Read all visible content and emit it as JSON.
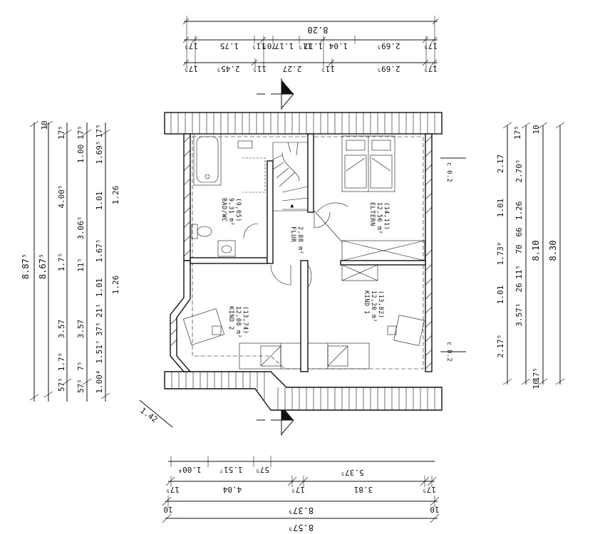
{
  "floor_plan": {
    "rooms": {
      "bath": {
        "name": "BAD/WC",
        "area": "9,31 m²",
        "gross": "(9,05)"
      },
      "hall": {
        "name": "FLUR",
        "area": "2,88 m²"
      },
      "parents": {
        "name": "ELTERN",
        "area": "12,56 m²",
        "gross": "(14,11)"
      },
      "child2": {
        "name": "KIND 2",
        "area": "12,08 m²",
        "gross": "(13,74)"
      },
      "child1": {
        "name": "KIND 1",
        "area": "12,20 m²",
        "gross": "(13,82)"
      }
    },
    "section_marks": {
      "right_top": "c\n0.2",
      "right_bottom": "c\n0.2",
      "angle": "1.42"
    },
    "top_dims": {
      "overall": "8.20",
      "row2": [
        "17⁵",
        "1.75",
        "11⁵",
        "1.17",
        "70⁵",
        "11⁵",
        "1.17",
        "1.04",
        "2.69⁵",
        "17⁵"
      ],
      "row3": [
        "17⁵",
        "2.45⁵",
        "11⁵",
        "2.27",
        "11⁵",
        "2.69⁵",
        "17⁵"
      ]
    },
    "bottom_dims": {
      "row1": [
        "1.00⁴",
        "1.51⁷",
        "57⁵",
        "5.37⁵"
      ],
      "row2": [
        "17⁵",
        "4.04",
        "17⁵",
        "3.81",
        "17⁵"
      ],
      "row3": [
        "10",
        "8.37⁵",
        "10"
      ],
      "overall": "8.57⁵"
    },
    "left_dims": {
      "outer1": "8.87⁵",
      "outer2": "8.67⁵",
      "col3": [
        "10",
        "57⁵",
        "1.7⁵",
        "3.57",
        "1.7⁵",
        "4.00⁵",
        "17⁵"
      ],
      "col4": [
        "57⁵",
        "7⁵",
        "3.57",
        "11⁵",
        "3.06⁵",
        "1.00",
        "17⁵"
      ],
      "col5": [
        "1.00⁴",
        "1.51⁷",
        "37⁵",
        "21¹",
        "1.01",
        "1.67⁵",
        "1.01",
        "1.69⁵",
        "17⁵"
      ],
      "col6": [
        "1.26",
        "1.26"
      ]
    },
    "right_dims": {
      "col1": [
        "2.17⁵",
        "1.01",
        "1.73⁰",
        "1.01",
        "2.17"
      ],
      "col2": [
        "3.57¹",
        "26",
        "11⁵",
        "70",
        "66",
        "1.26",
        "2.70⁵"
      ],
      "col3": [
        "17⁵",
        "10",
        "8.10",
        "10",
        "17⁵"
      ],
      "outer": "8.30"
    }
  }
}
